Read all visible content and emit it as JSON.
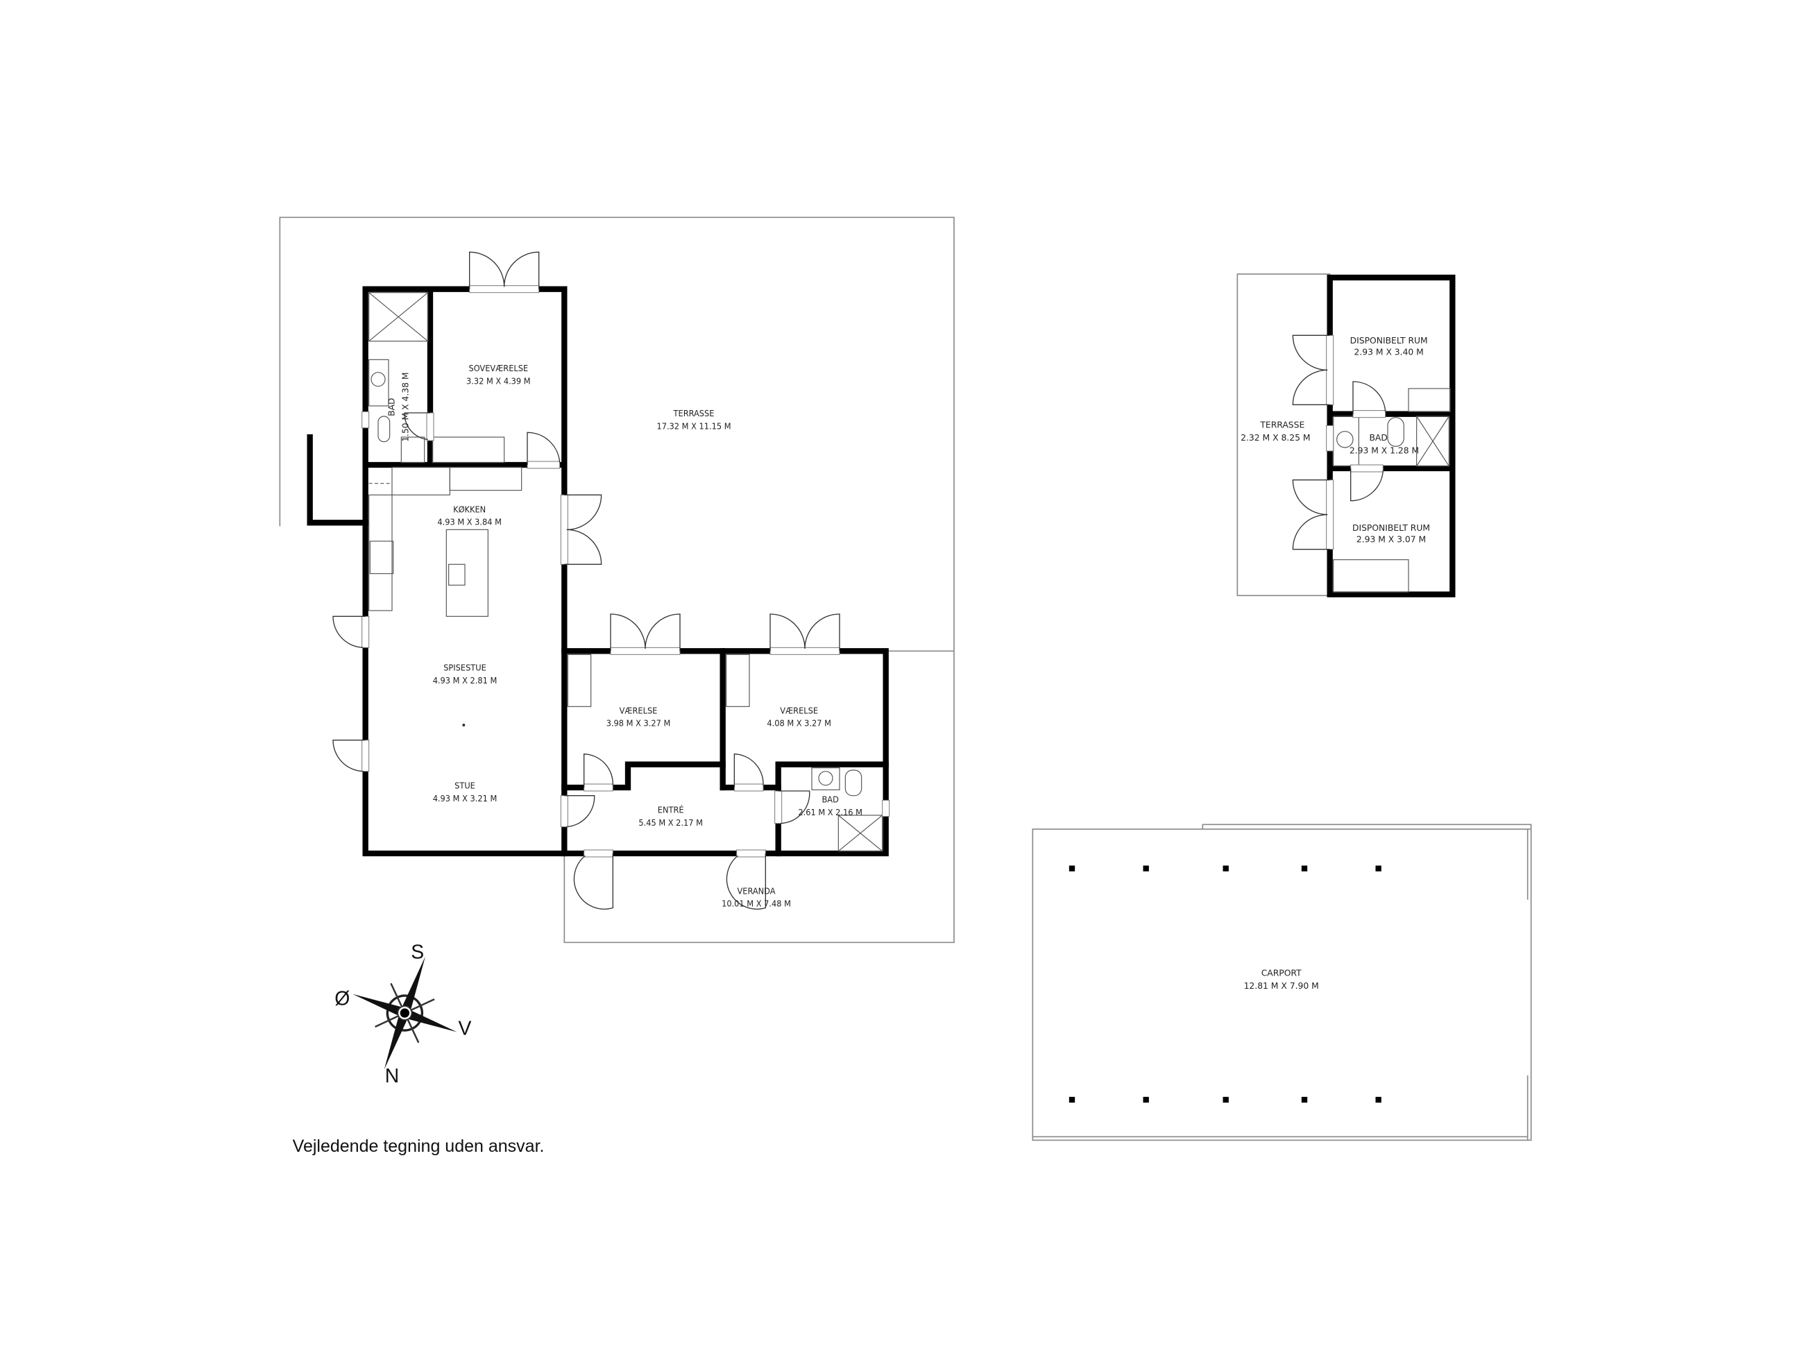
{
  "main_house": {
    "rooms": [
      {
        "name": "SOVEVÆRELSE",
        "dims": "3.32 M X 4.39 M"
      },
      {
        "name": "BAD",
        "dims": "1.50 M X 4.38 M"
      },
      {
        "name": "TERRASSE",
        "dims": "17.32 M X 11.15 M"
      },
      {
        "name": "KØKKEN",
        "dims": "4.93 M X 3.84 M"
      },
      {
        "name": "SPISESTUE",
        "dims": "4.93 M X 2.81 M"
      },
      {
        "name": "STUE",
        "dims": "4.93 M X 3.21 M"
      },
      {
        "name": "VÆRELSE",
        "dims": "3.98 M X 3.27 M"
      },
      {
        "name": "VÆRELSE",
        "dims": "4.08 M X 3.27 M"
      },
      {
        "name": "ENTRÉ",
        "dims": "5.45 M X 2.17 M"
      },
      {
        "name": "BAD",
        "dims": "2.61 M X 2.16 M"
      },
      {
        "name": "VERANDA",
        "dims": "10.01 M X 7.48 M"
      }
    ]
  },
  "annex": {
    "rooms": [
      {
        "name": "DISPONIBELT RUM",
        "dims": "2.93 M X 3.40 M"
      },
      {
        "name": "BAD",
        "dims": "2.93 M X 1.28 M"
      },
      {
        "name": "DISPONIBELT RUM",
        "dims": "2.93 M X 3.07 M"
      },
      {
        "name": "TERRASSE",
        "dims": "2.32 M X 8.25 M"
      }
    ]
  },
  "carport": {
    "name": "CARPORT",
    "dims": "12.81 M X 7.90 M"
  },
  "compass": {
    "south": "S",
    "east": "Ø",
    "west": "V",
    "north": "N",
    "icon": "compass-rose-icon"
  },
  "disclaimer": "Vejledende tegning uden ansvar.",
  "colors": {
    "walls": "#000000",
    "outline": "#8a8a8a",
    "background": "#ffffff"
  }
}
